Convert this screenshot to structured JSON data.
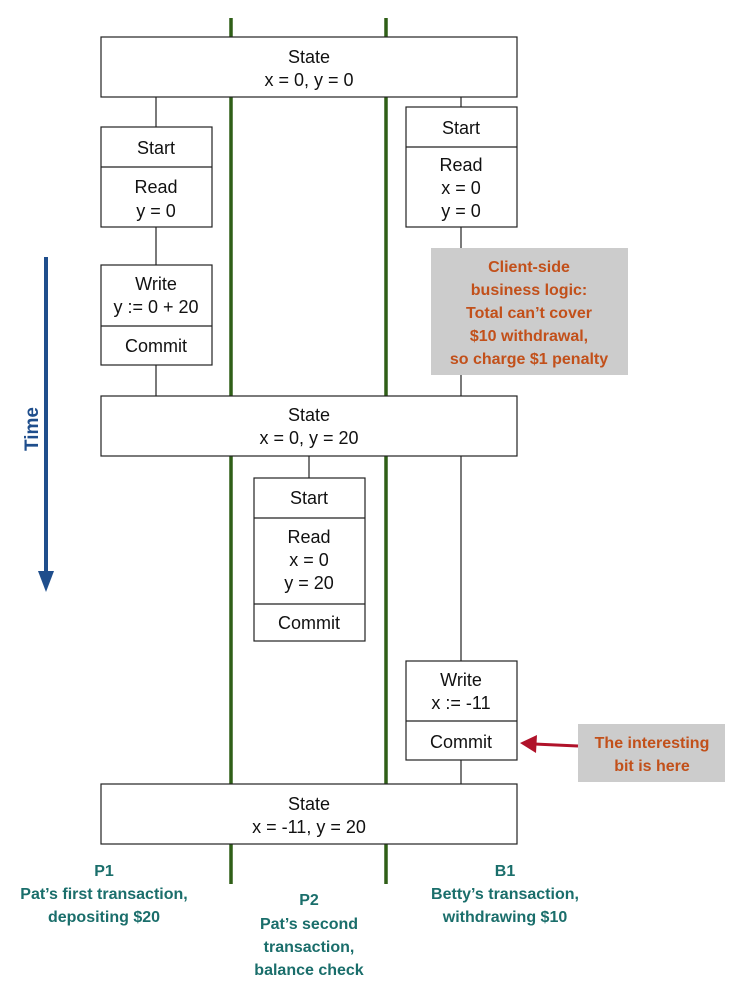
{
  "states": [
    {
      "title": "State",
      "values": "x = 0, y = 0"
    },
    {
      "title": "State",
      "values": "x = 0, y = 20"
    },
    {
      "title": "State",
      "values": "x = -11, y = 20"
    }
  ],
  "p1": {
    "start": "Start",
    "read": [
      "Read",
      "y = 0"
    ],
    "write": [
      "Write",
      "y := 0 + 20"
    ],
    "commit": "Commit"
  },
  "p2": {
    "start": "Start",
    "read": [
      "Read",
      "x = 0",
      "y = 20"
    ],
    "commit": "Commit"
  },
  "b1": {
    "start": "Start",
    "read": [
      "Read",
      "x = 0",
      "y = 0"
    ],
    "write": [
      "Write",
      "x := -11"
    ],
    "commit": "Commit"
  },
  "notes": {
    "business_logic": [
      "Client-side",
      "business logic:",
      "Total can’t cover",
      "$10 withdrawal,",
      "so charge $1 penalty"
    ],
    "interesting": [
      "The interesting",
      "bit is here"
    ]
  },
  "time_label": "Time",
  "labels": {
    "p1": [
      "P1",
      "Pat’s first transaction,",
      "depositing $20"
    ],
    "p2": [
      "P2",
      "Pat’s second",
      "transaction,",
      "balance check"
    ],
    "b1": [
      "B1",
      "Betty’s transaction,",
      "withdrawing $10"
    ]
  },
  "colors": {
    "swimlane": "#2f5f17",
    "time_arrow": "#1f4e8c",
    "note_text": "#c2501a",
    "note_fill": "#cccccc",
    "pointer_arrow": "#b0122a",
    "label_text": "#1a6e6b"
  }
}
